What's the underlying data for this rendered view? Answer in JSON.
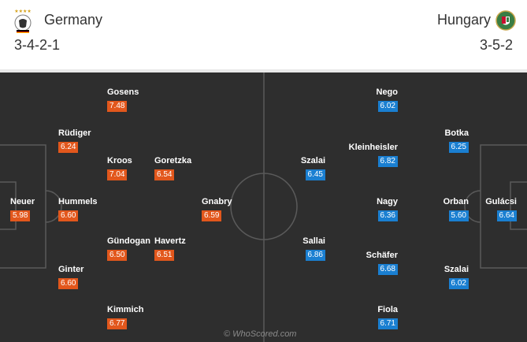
{
  "home": {
    "name": "Germany",
    "formation": "3-4-2-1",
    "rating_color": "#e2571c",
    "players": [
      {
        "name": "Neuer",
        "rating": "5.98"
      },
      {
        "name": "Rüdiger",
        "rating": "6.24"
      },
      {
        "name": "Hummels",
        "rating": "6.60"
      },
      {
        "name": "Ginter",
        "rating": "6.60"
      },
      {
        "name": "Gosens",
        "rating": "7.48"
      },
      {
        "name": "Kroos",
        "rating": "7.04"
      },
      {
        "name": "Gündogan",
        "rating": "6.50"
      },
      {
        "name": "Kimmich",
        "rating": "6.77"
      },
      {
        "name": "Goretzka",
        "rating": "6.54"
      },
      {
        "name": "Havertz",
        "rating": "6.51"
      },
      {
        "name": "Gnabry",
        "rating": "6.59"
      }
    ]
  },
  "away": {
    "name": "Hungary",
    "formation": "3-5-2",
    "rating_color": "#1a7fd1",
    "players": [
      {
        "name": "Gulácsi",
        "rating": "6.64"
      },
      {
        "name": "Botka",
        "rating": "6.25"
      },
      {
        "name": "Orban",
        "rating": "5.60"
      },
      {
        "name": "Szalai",
        "rating": "6.02"
      },
      {
        "name": "Nego",
        "rating": "6.02"
      },
      {
        "name": "Kleinheisler",
        "rating": "6.82"
      },
      {
        "name": "Nagy",
        "rating": "6.36"
      },
      {
        "name": "Schäfer",
        "rating": "6.68"
      },
      {
        "name": "Fiola",
        "rating": "6.71"
      },
      {
        "name": "Szalai",
        "rating": "6.45"
      },
      {
        "name": "Sallai",
        "rating": "6.86"
      }
    ]
  },
  "watermark": "© WhoScored.com"
}
